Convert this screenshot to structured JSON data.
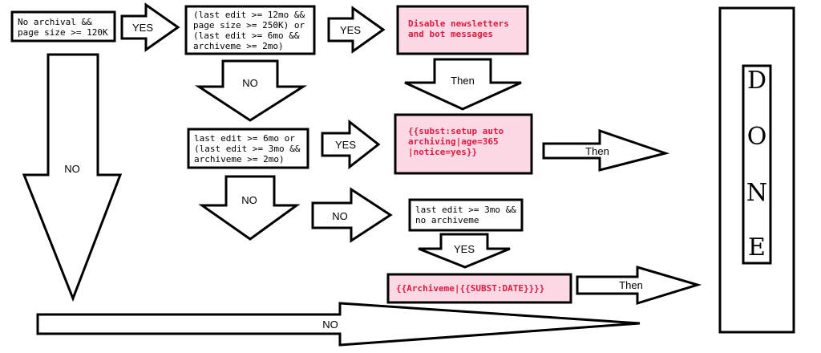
{
  "conditions": {
    "c1": [
      "No archival &&",
      "page size >= 120K"
    ],
    "c2": [
      "(last edit >= 12mo &&",
      "page size >= 250K) or",
      "(last edit >= 6mo &&",
      "archiveme >= 2mo)"
    ],
    "c3": [
      "last edit >= 6mo or",
      "(last edit >= 3mo &&",
      "archiveme >= 2mo)"
    ],
    "c4": [
      "last edit >= 3mo &&",
      "no archiveme"
    ]
  },
  "actions": {
    "a1": [
      "Disable newsletters",
      "and bot messages"
    ],
    "a2": [
      "{{subst:setup auto",
      "archiving|age=365",
      "|notice=yes}}"
    ],
    "a3": [
      "{{Archiveme|{{SUBST:DATE}}}}"
    ]
  },
  "arrow_labels": {
    "yes": "YES",
    "no": "NO",
    "then": "Then"
  },
  "done_letters": [
    "D",
    "O",
    "N",
    "E"
  ],
  "colors": {
    "action_fill": "#fdd9e6",
    "action_text": "#e0193f",
    "stroke": "#000000",
    "background": "#ffffff"
  }
}
